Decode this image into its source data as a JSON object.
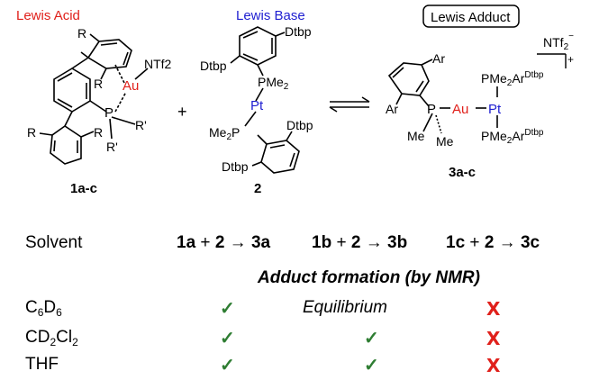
{
  "scheme": {
    "lewis_acid_label": "Lewis Acid",
    "lewis_base_label": "Lewis Base",
    "lewis_adduct_label": "Lewis Adduct",
    "compound_acid": "1a-c",
    "compound_base": "2",
    "compound_adduct": "3a-c",
    "plus": "+",
    "counterion": "NTf",
    "counterion_sub": "2",
    "counterion_sup": "−",
    "charge": "+",
    "atoms": {
      "au": "Au",
      "pt": "Pt",
      "p": "P",
      "ntf2": "NTf2",
      "r": "R",
      "r_prime": "R'",
      "dtbp": "Dtbp",
      "pme2": "PMe2",
      "me2p": "Me2P",
      "ar": "Ar",
      "me": "Me",
      "pme2ar": "PMe2Ar",
      "dtbp_sup": "Dtbp"
    },
    "colors": {
      "acid": "#e0201b",
      "base": "#1f1fd1"
    }
  },
  "table": {
    "header_solvent": "Solvent",
    "col1": {
      "a": "1a",
      "plus": "+",
      "b": "2",
      "arrow": "→",
      "c": "3a"
    },
    "col2": {
      "a": "1b",
      "plus": "+",
      "b": "2",
      "arrow": "→",
      "c": "3b"
    },
    "col3": {
      "a": "1c",
      "plus": "+",
      "b": "2",
      "arrow": "→",
      "c": "3c"
    },
    "subheader": "Adduct formation (by NMR)",
    "rows": [
      {
        "solvent_main": "C",
        "solvent_sub1": "6",
        "solvent_mid": "D",
        "solvent_sub2": "6",
        "c1": "✓",
        "c2": "Equilibrium",
        "c3": "X"
      },
      {
        "solvent_main": "CD",
        "solvent_sub1": "2",
        "solvent_mid": "Cl",
        "solvent_sub2": "2",
        "c1": "✓",
        "c2": "✓",
        "c3": "X"
      },
      {
        "solvent_main": "THF",
        "solvent_sub1": "",
        "solvent_mid": "",
        "solvent_sub2": "",
        "c1": "✓",
        "c2": "✓",
        "c3": "X"
      }
    ],
    "colors": {
      "check": "#2e7d32",
      "cross": "#e0201b"
    }
  }
}
